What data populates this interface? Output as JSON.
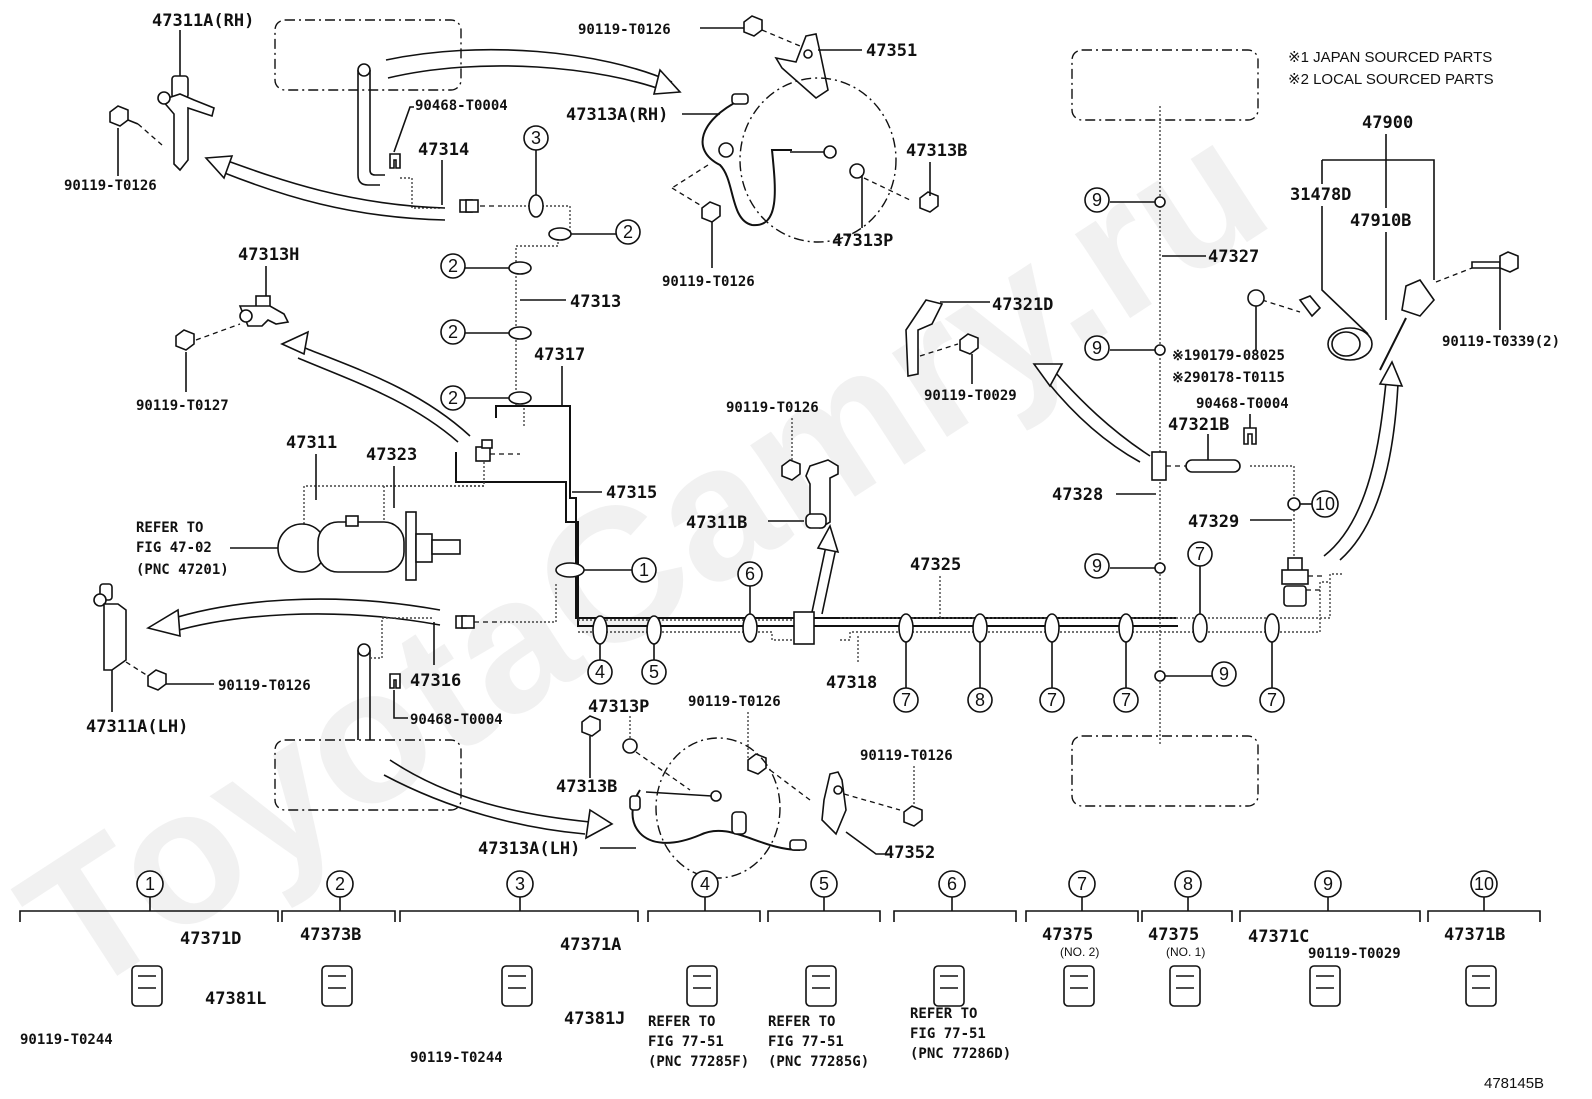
{
  "diagram": {
    "figure_id": "478145B",
    "watermark": "ToyotaCamry.ru",
    "notes": [
      "※1 JAPAN SOURCED PARTS",
      "※2 LOCAL SOURCED PARTS"
    ],
    "labels": {
      "l47311a_rh": "47311A(RH)",
      "l90119_t0126_a": "90119-T0126",
      "l90468_t0004_a": "90468-T0004",
      "l47314": "47314",
      "l47313h": "47313H",
      "l90119_t0127": "90119-T0127",
      "l47313": "47313",
      "l47317": "47317",
      "l47311": "47311",
      "l47323": "47323",
      "l47315": "47315",
      "refer_1": "REFER TO",
      "refer_2": "FIG 47-02",
      "refer_3": "(PNC 47201)",
      "l47311a_lh": "47311A(LH)",
      "l90119_t0126_b": "90119-T0126",
      "l47316": "47316",
      "l90468_t0004_b": "90468-T0004",
      "l90119_t0126_c": "90119-T0126",
      "l47351": "47351",
      "l47313a_rh": "47313A(RH)",
      "l47313b_top": "47313B",
      "l47313p_top": "47313P",
      "l90119_t0126_d": "90119-T0126",
      "l90119_t0126_e": "90119-T0126",
      "l47311b": "47311B",
      "l47325": "47325",
      "l47318": "47318",
      "l47313p_bot": "47313P",
      "l90119_t0126_f": "90119-T0126",
      "l47313b_bot": "47313B",
      "l90119_t0126_g": "90119-T0126",
      "l47313a_lh": "47313A(LH)",
      "l47352": "47352",
      "l47321d": "47321D",
      "l90119_t0029_a": "90119-T0029",
      "l47327": "47327",
      "l47321b": "47321B",
      "l90468_t0004_c": "90468-T0004",
      "l47328": "47328",
      "l47329": "47329",
      "l47900": "47900",
      "l31478d": "31478D",
      "l47910b": "47910B",
      "l90119_t0339": "90119-T0339(2)",
      "l190179": "※190179-08025",
      "l290178": "※290178-T0115"
    },
    "callouts": [
      "1",
      "2",
      "3",
      "4",
      "5",
      "6",
      "7",
      "8",
      "9",
      "10"
    ],
    "clamp_groups": [
      {
        "id": "1",
        "parts": [
          "47371D",
          "47381L",
          "90119-T0244"
        ]
      },
      {
        "id": "2",
        "parts": [
          "47373B"
        ]
      },
      {
        "id": "3",
        "parts": [
          "47371A",
          "47381J",
          "90119-T0244"
        ]
      },
      {
        "id": "4",
        "refer": [
          "REFER TO",
          "FIG 77-51",
          "(PNC 77285F)"
        ]
      },
      {
        "id": "5",
        "refer": [
          "REFER TO",
          "FIG 77-51",
          "(PNC 77285G)"
        ]
      },
      {
        "id": "6",
        "refer": [
          "REFER TO",
          "FIG 77-51",
          "(PNC 77286D)"
        ]
      },
      {
        "id": "7",
        "parts": [
          "47375"
        ],
        "sub": "(NO. 2)"
      },
      {
        "id": "8",
        "parts": [
          "47375"
        ],
        "sub": "(NO. 1)"
      },
      {
        "id": "9",
        "parts": [
          "47371C",
          "90119-T0029"
        ]
      },
      {
        "id": "10",
        "parts": [
          "47371B"
        ]
      }
    ]
  }
}
